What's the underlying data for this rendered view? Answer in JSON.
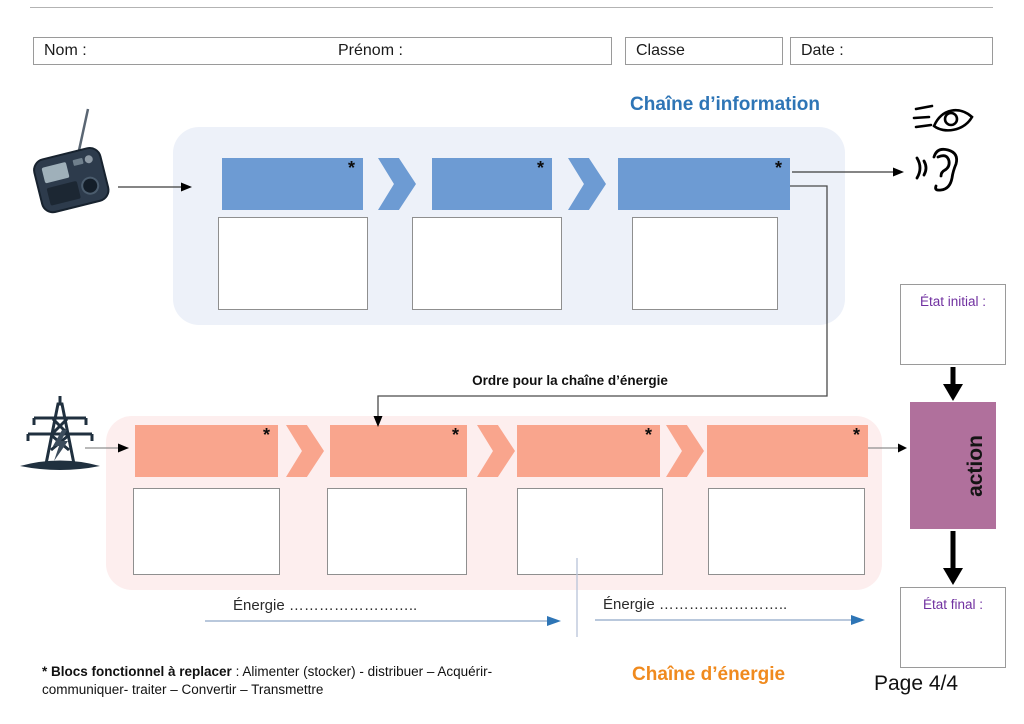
{
  "header": {
    "nom_label": "Nom :",
    "prenom_label": "Prénom :",
    "classe_label": "Classe",
    "date_label": "Date :"
  },
  "info_chain": {
    "title": "Chaîne d’information",
    "asterisk": "*",
    "function_slots": 3,
    "source_icon": "rc-transmitter-icon",
    "output_icons": [
      "eye-icon",
      "ear-icon"
    ]
  },
  "energy_chain": {
    "title": "Chaîne d’énergie",
    "asterisk": "*",
    "function_slots": 4,
    "source_icon": "power-pylon-icon",
    "order_label": "Ordre pour la chaîne d’énergie",
    "energie_label_1": "Énergie ……………………..",
    "energie_label_2": "Énergie …………………….."
  },
  "action_column": {
    "etat_initial_label": "État initial :",
    "action_label": "action",
    "etat_final_label": "État final :"
  },
  "footer": {
    "note_bold": "* Blocs fonctionnel à replacer",
    "note_rest": " : Alimenter (stocker) - distribuer – Acquérir-",
    "note_line2": "communiquer- traiter – Convertir – Transmettre",
    "page_label": "Page 4/4"
  },
  "colors": {
    "info_title": "#2E75B6",
    "info_box": "#6D9BD3",
    "info_container": "#EDF1F9",
    "energy_title": "#F08A1E",
    "energy_box": "#F9A58D",
    "energy_container": "#FDEEEE",
    "action_box": "#B0709C",
    "etat_text": "#7030A0"
  }
}
